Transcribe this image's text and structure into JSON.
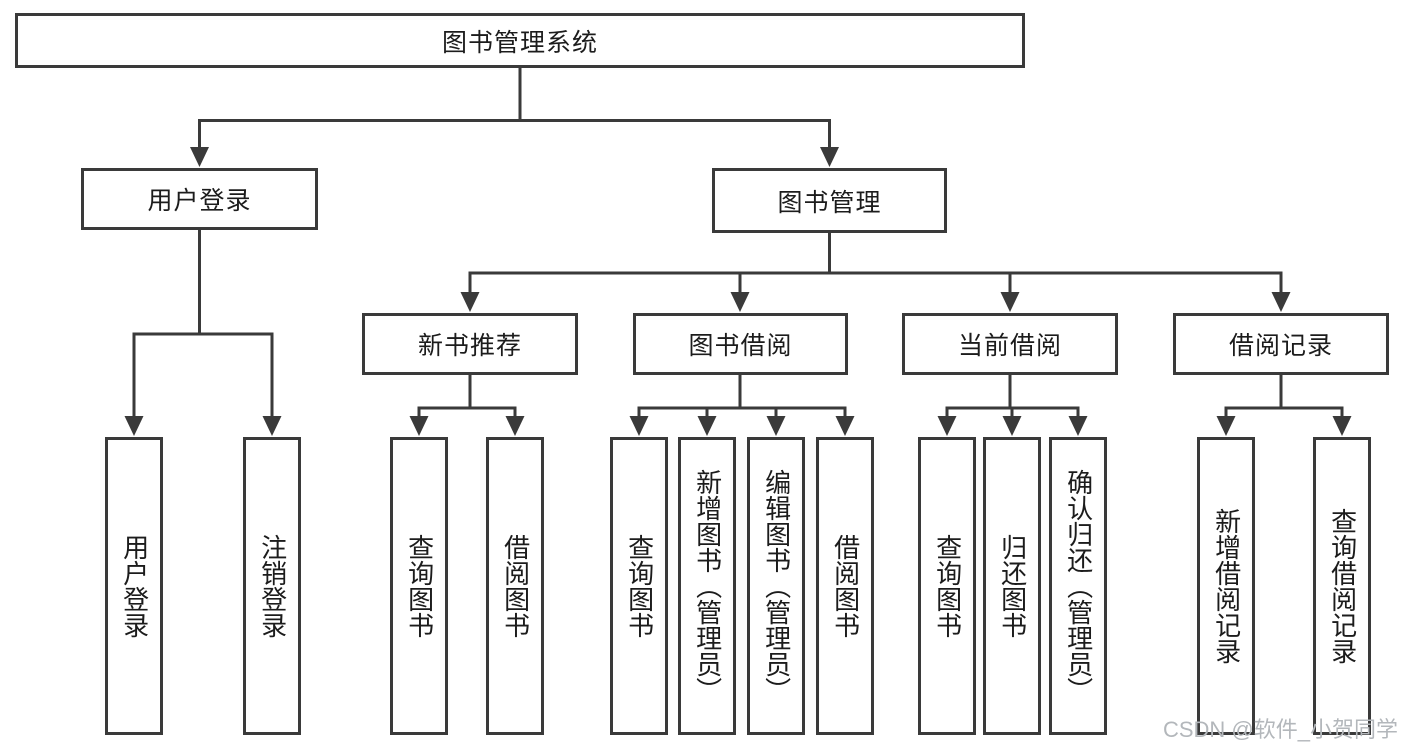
{
  "diagram": {
    "root": {
      "label": "图书管理系统"
    },
    "branches": [
      {
        "label": "用户登录",
        "children": [
          {
            "label": "用户登录"
          },
          {
            "label": "注销登录"
          }
        ]
      },
      {
        "label": "图书管理",
        "sections": [
          {
            "label": "新书推荐",
            "children": [
              {
                "label": "查询图书"
              },
              {
                "label": "借阅图书"
              }
            ]
          },
          {
            "label": "图书借阅",
            "children": [
              {
                "label": "查询图书"
              },
              {
                "label": "新增图书（管理员）"
              },
              {
                "label": "编辑图书（管理员）"
              },
              {
                "label": "借阅图书"
              }
            ]
          },
          {
            "label": "当前借阅",
            "children": [
              {
                "label": "查询图书"
              },
              {
                "label": "归还图书"
              },
              {
                "label": "确认归还（管理员）"
              }
            ]
          },
          {
            "label": "借阅记录",
            "children": [
              {
                "label": "新增借阅记录"
              },
              {
                "label": "查询借阅记录"
              }
            ]
          }
        ]
      }
    ],
    "colors": {
      "line": "#3a3a3a",
      "box_border": "#3a3a3a",
      "box_fill": "#ffffff",
      "text": "#1c1c1c",
      "background": "#ffffff",
      "watermark": "#b3b7bb"
    }
  },
  "watermark": {
    "text": "CSDN @软件_小贺同学"
  }
}
